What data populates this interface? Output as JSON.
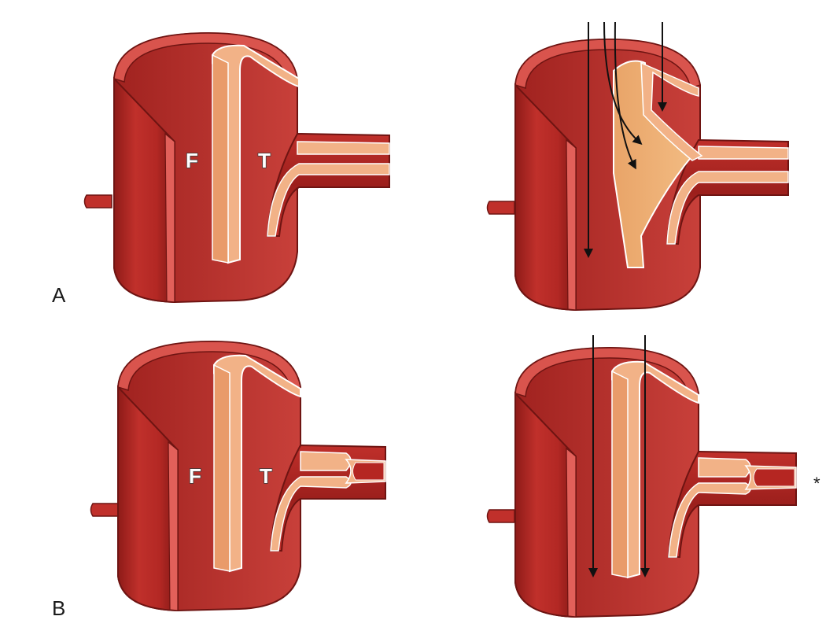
{
  "panel_labels": {
    "a": "A",
    "b": "B"
  },
  "lumen_labels": {
    "false_lumen": "F",
    "true_lumen": "T"
  },
  "asterisk": "*",
  "colors": {
    "vessel_wall": "#c0302b",
    "vessel_dark": "#8e1b18",
    "lumen_interior": "#b22a26",
    "intimal_flap": "#f2b287",
    "flap_highlight": "#f8d0b0",
    "flap_outline": "#ffffff",
    "thrombus": "#e8a060",
    "arrow": "#111111"
  },
  "arrow_icons": [
    "arrow-down-icon"
  ]
}
